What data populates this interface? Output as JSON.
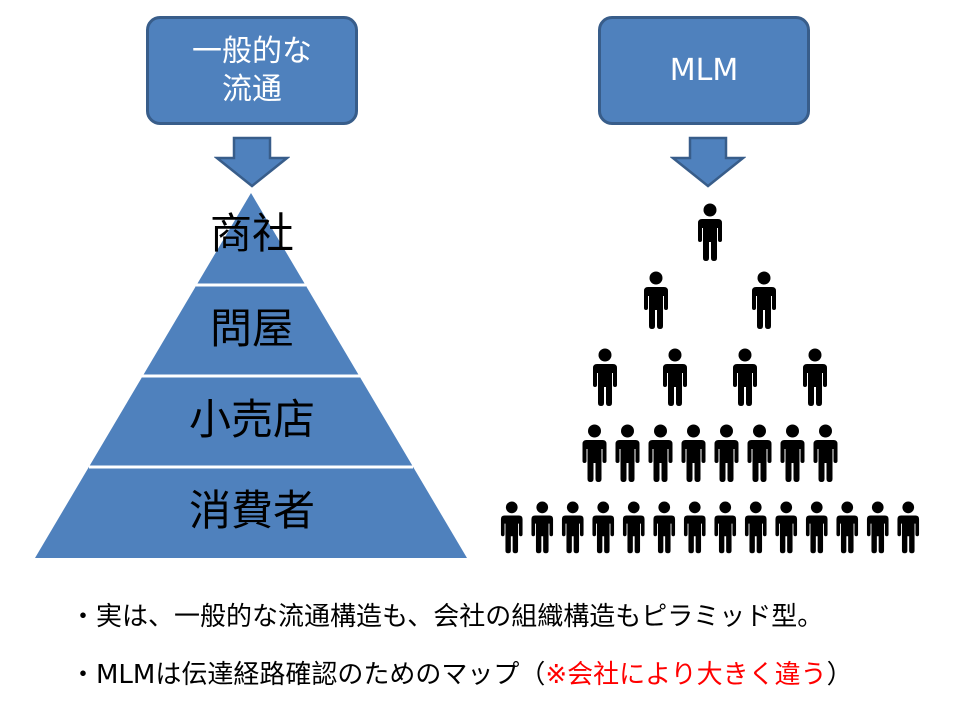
{
  "boxes": {
    "left": "一般的な\n流通",
    "right": "MLM"
  },
  "pyramid": {
    "levels": [
      "商社",
      "問屋",
      "小売店",
      "消費者"
    ],
    "fill": "#4f81bd",
    "divider": "#ffffff"
  },
  "mlm_people": {
    "rows": [
      1,
      2,
      4,
      8,
      14
    ],
    "icon": "person-icon",
    "color": "#000000"
  },
  "notes": {
    "line1": "・実は、一般的な流通構造も、会社の組織構造もピラミッド型。",
    "line2_prefix": "・MLMは伝達経路確認のためのマップ（",
    "line2_red": "※会社により大きく違う",
    "line2_suffix": "）"
  },
  "colors": {
    "box_fill": "#4f81bd",
    "box_border": "#385d8a",
    "accent_red": "#ff0000"
  }
}
